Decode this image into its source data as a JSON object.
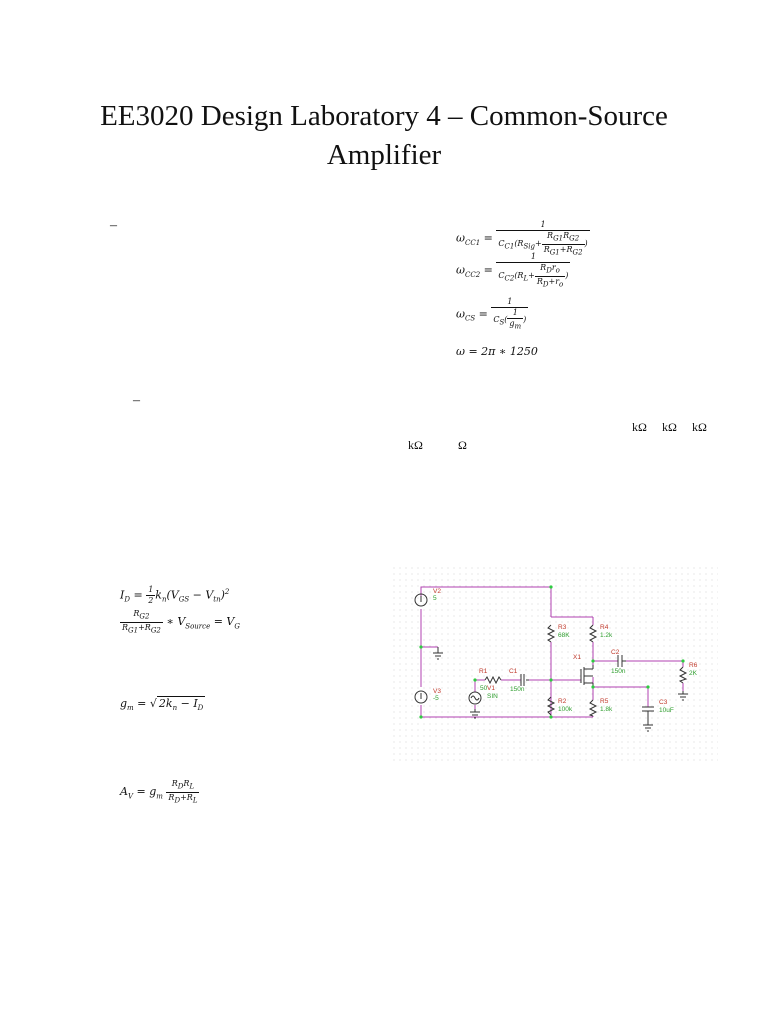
{
  "title": {
    "line1": "EE3020 Design Laboratory 4 – Common-Source",
    "line2": "Amplifier"
  },
  "dashes": [
    "–",
    "–"
  ],
  "equations": {
    "wcc1_lhs": "ω",
    "wcc1_sub": "CC1",
    "wcc2_sub": "CC2",
    "wcs_sub": "CS",
    "omega": "ω = 2π ∗ 1250"
  },
  "units_row": [
    "kΩ",
    "kΩ",
    "kΩ"
  ],
  "units_row2": [
    "kΩ",
    "Ω"
  ],
  "formulas": {
    "id": "I",
    "gm_text": "= √(2k",
    "av": "A"
  },
  "schematic": {
    "labels": {
      "V2": "V2",
      "V2_val": "5",
      "V3": "V3",
      "V3_val": "-5",
      "V1": "V1",
      "V1_val": "SIN",
      "R1": "R1",
      "R1_val": "50",
      "C1": "C1",
      "C1_val": "150n",
      "R3": "R3",
      "R3_val": "68K",
      "R4": "R4",
      "R4_val": "1.2k",
      "R2": "R2",
      "R2_val": "100k",
      "R5": "R5",
      "R5_val": "1.8k",
      "X1": "X1",
      "C2": "C2",
      "C2_val": "150n",
      "C3": "C3",
      "C3_val": "10uF",
      "R6": "R6",
      "R6_val": "2K"
    },
    "colors": {
      "wire": "#b040b0",
      "label_red": "#c0392b",
      "label_green": "#2e9e2e",
      "node": "#2ecc40",
      "dots": "#d8d8d8"
    }
  }
}
